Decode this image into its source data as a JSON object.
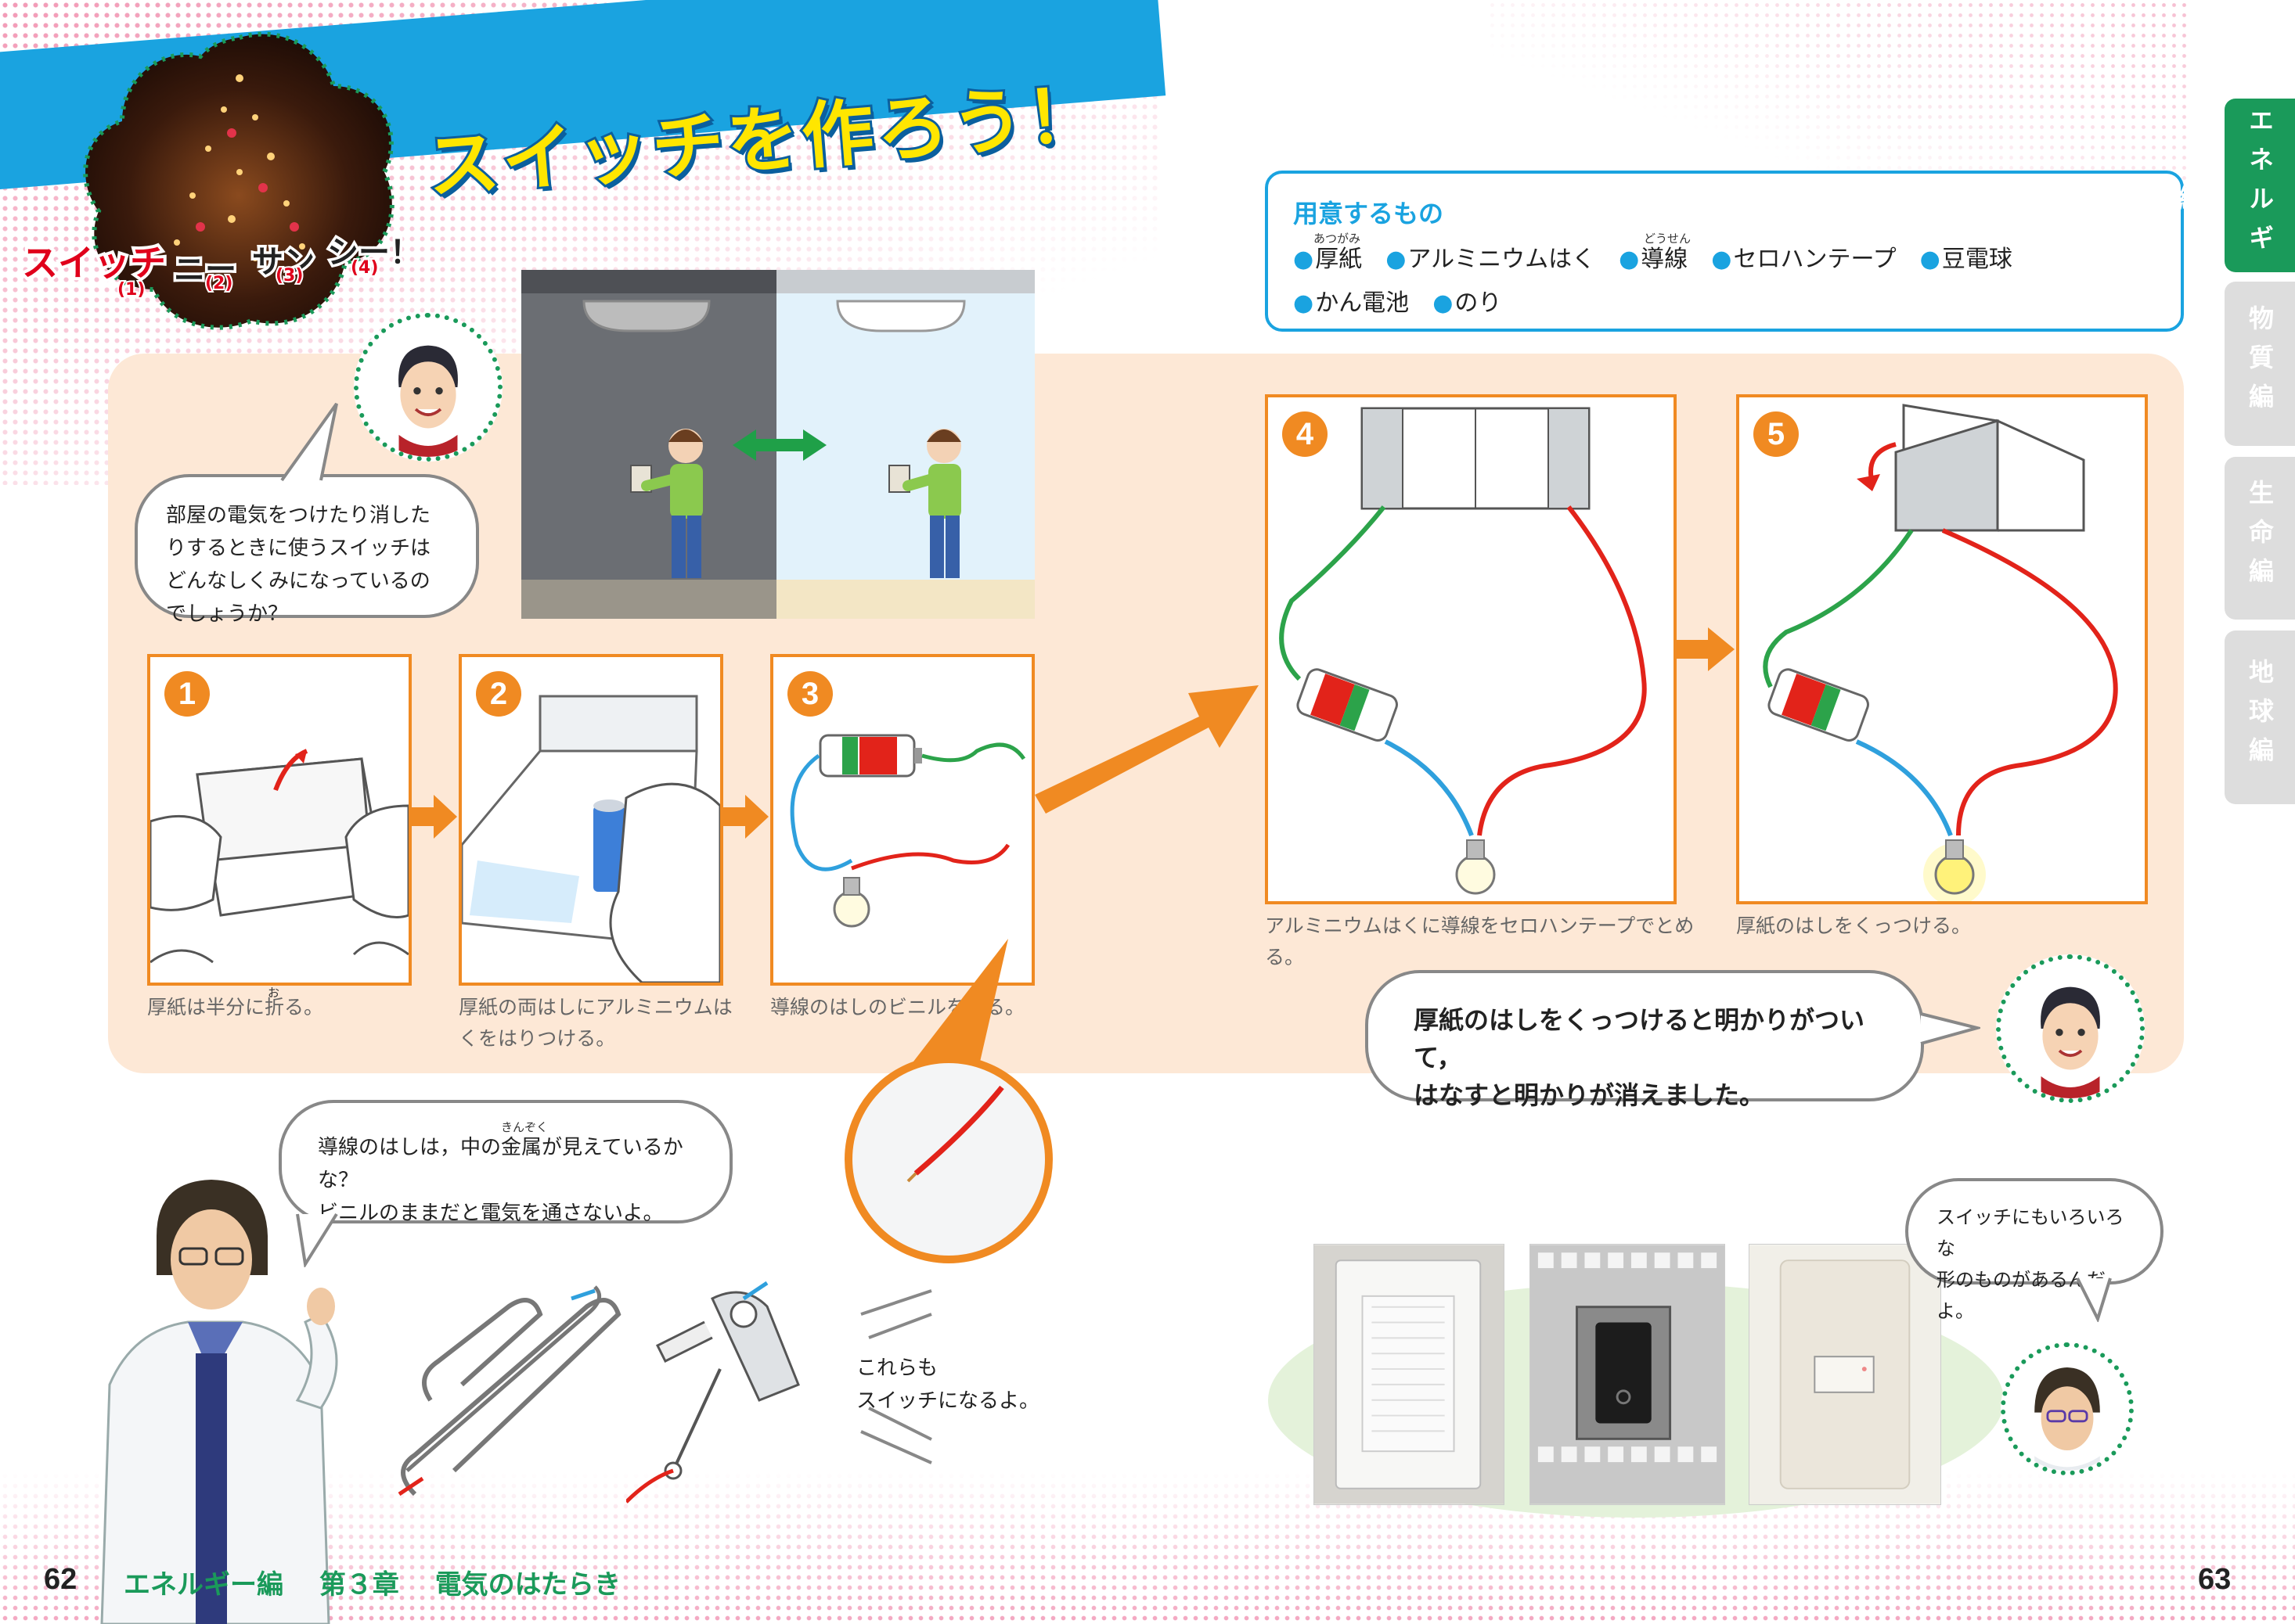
{
  "header": {
    "title": "スイッチを作ろう！",
    "tree_label": {
      "word1": "スイッチ",
      "num1": "(1)",
      "word2": "ニー",
      "num2": "(2)",
      "word3": "サン",
      "num3": "(3)",
      "word4": "シー！",
      "num4": "(4)"
    }
  },
  "materials": {
    "title": "用意するもの",
    "row1": [
      "厚紙",
      "アルミニウムはく",
      "導線",
      "セロハンテープ",
      "豆電球"
    ],
    "row2": [
      "かん電池",
      "のり"
    ],
    "ruby_atsugami": "あつがみ",
    "ruby_dousen": "どうせん"
  },
  "intro_bubble": "部屋の電気をつけたり消したりするときに使うスイッチはどんなしくみになっているのでしょうか？",
  "steps": [
    {
      "num": "1",
      "caption": "厚紙は半分に折る。",
      "ruby": "お"
    },
    {
      "num": "2",
      "caption": "厚紙の両はしにアルミニウムはくをはりつける。"
    },
    {
      "num": "3",
      "caption": "導線のはしのビニルをとる。"
    },
    {
      "num": "4",
      "caption": "アルミニウムはくに導線をセロハンテープでとめる。"
    },
    {
      "num": "5",
      "caption": "厚紙のはしをくっつける。"
    }
  ],
  "result_bubble": {
    "line1": "厚紙のはしをくっつけると明かりがついて，",
    "line2": "はなすと明かりが消えました。"
  },
  "wire_bubble": {
    "line1": "導線のはしは，中の金属が見えているかな？",
    "line2": "ビニルのままだと電気を通さないよ。",
    "ruby": "きんぞく"
  },
  "clip_note": {
    "line1": "これらも",
    "line2": "スイッチになるよ。"
  },
  "switch_bubble": {
    "line1": "スイッチにもいろいろな",
    "line2": "形のものがあるんだよ。"
  },
  "tabs": [
    {
      "label": "エネルギー編",
      "active": true
    },
    {
      "label": "物質編",
      "active": false
    },
    {
      "label": "生命編",
      "active": false
    },
    {
      "label": "地球編",
      "active": false
    }
  ],
  "footer": {
    "left_page": "62",
    "right_page": "63",
    "section": "エネルギー編",
    "chapter": "第３章",
    "chapter_title": "電気のはたらき"
  },
  "colors": {
    "accent_blue": "#1aa3e0",
    "accent_orange": "#f08a22",
    "accent_green": "#1a9a5a",
    "title_yellow": "#ffe600",
    "panel_bg": "#fde8d6"
  }
}
